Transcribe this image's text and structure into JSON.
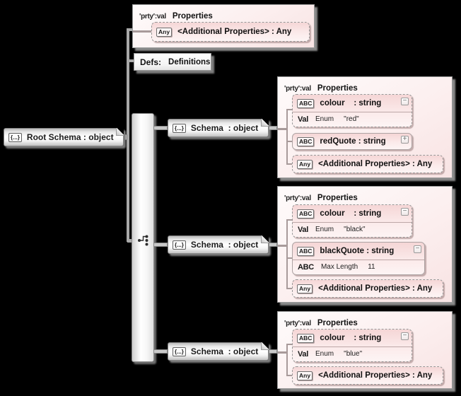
{
  "colors": {
    "background": "#000000",
    "panel_fill": "#fcefef",
    "item_fill": "#f5d6d6",
    "node_border": "#868686",
    "connector": "#a8a8a8"
  },
  "root": {
    "icon": "{...}",
    "label": "Root Schema : object"
  },
  "definitions": {
    "keyword": "Defs:",
    "label": "Definitions"
  },
  "compositor_icon": "branch-sequence-icon",
  "top_properties": {
    "badge": "'prty':val",
    "title": "Properties",
    "any_item": {
      "badge": "Any",
      "label": "<Additional Properties> : Any"
    }
  },
  "schemas": [
    {
      "icon": "{...}",
      "label": "Schema  : object"
    },
    {
      "icon": "{...}",
      "label": "Schema  : object"
    },
    {
      "icon": "{...}",
      "label": "Schema  : object"
    }
  ],
  "panels": [
    {
      "badge": "'prty':val",
      "title": "Properties",
      "items": [
        {
          "badge": "ABC",
          "label": "colour    : string",
          "toggle": "−",
          "facet": {
            "keyword": "Val",
            "name": "Enum",
            "value": "\"red\""
          }
        },
        {
          "badge": "ABC",
          "label": "redQuote : string",
          "toggle": "+"
        },
        {
          "badge": "Any",
          "label": "<Additional Properties> : Any"
        }
      ]
    },
    {
      "badge": "'prty':val",
      "title": "Properties",
      "items": [
        {
          "badge": "ABC",
          "label": "colour    : string",
          "toggle": "−",
          "facet": {
            "keyword": "Val",
            "name": "Enum",
            "value": "\"black\""
          }
        },
        {
          "badge": "ABC",
          "label": "blackQuote : string",
          "toggle": "−",
          "facet": {
            "keyword": "ABC",
            "name": "Max Length",
            "value": "11"
          }
        },
        {
          "badge": "Any",
          "label": "<Additional Properties> : Any"
        }
      ]
    },
    {
      "badge": "'prty':val",
      "title": "Properties",
      "items": [
        {
          "badge": "ABC",
          "label": "colour    : string",
          "toggle": "−",
          "facet": {
            "keyword": "Val",
            "name": "Enum",
            "value": "\"blue\""
          }
        },
        {
          "badge": "Any",
          "label": "<Additional Properties> : Any"
        }
      ]
    }
  ]
}
